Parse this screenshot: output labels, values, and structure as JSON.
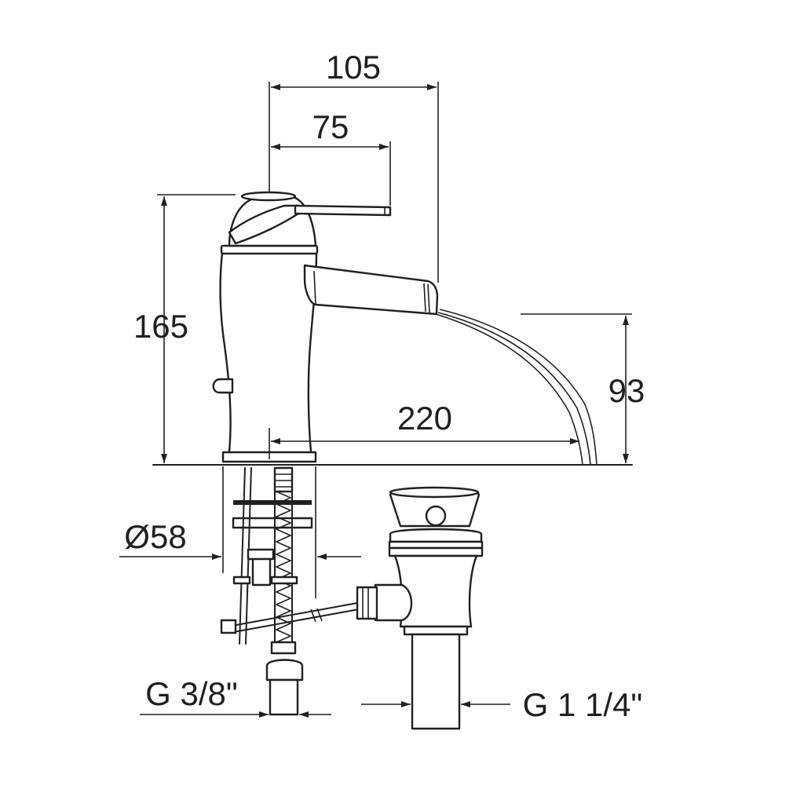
{
  "dimensions": {
    "total_reach": "105",
    "lever_reach": "75",
    "total_height": "165",
    "spout_height": "93",
    "spout_projection": "220",
    "base_diameter": "Ø58",
    "supply_thread": "G 3/8\"",
    "waste_thread": "G 1 1/4\""
  },
  "colors": {
    "ink": "#231f20",
    "paper": "#ffffff"
  }
}
